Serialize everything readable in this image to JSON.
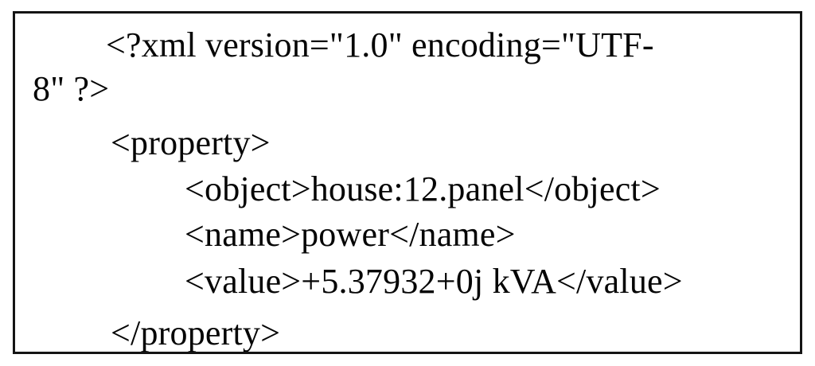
{
  "figure": {
    "kind": "xml-code-listing",
    "border_color": "#141414",
    "background_color": "#ffffff",
    "text_color": "#050505",
    "language": "XML"
  },
  "code": {
    "full_text": "<?xml version=\"1.0\" encoding=\"UTF-8\" ?>\n    <property>\n        <object>house:12.panel</object>\n        <name>power</name>\n        <value>+5.37932+0j kVA</value>\n    </property>",
    "lines": [
      "<?xml version=\"1.0\" encoding=\"UTF-",
      "8\" ?>",
      "<property>",
      "<object>house:12.panel</object>",
      "<name>power</name>",
      "<value>+5.37932+0j kVA</value>",
      "</property>"
    ],
    "elements": {
      "prolog": "<?xml version=\"1.0\" encoding=\"UTF-8\" ?>",
      "xml_version": "1.0",
      "xml_encoding": "UTF-8",
      "root_open": "<property>",
      "root_close": "</property>",
      "object_open": "<object>",
      "object_value": "house:12.panel",
      "object_close": "</object>",
      "name_open": "<name>",
      "name_value": "power",
      "name_close": "</name>",
      "value_open": "<value>",
      "value_value": "+5.37932+0j kVA",
      "value_close": "</value>"
    },
    "values": {
      "object_name": "house:12.panel",
      "property_name": "power",
      "real_part": "+5.37932",
      "imaginary_part": "+0j",
      "unit": "kVA"
    }
  }
}
